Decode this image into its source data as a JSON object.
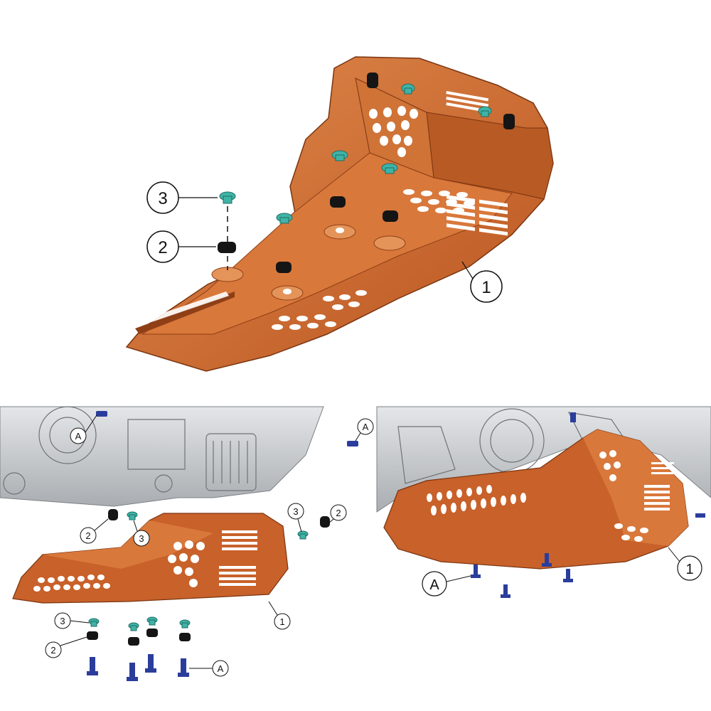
{
  "colors": {
    "plate": "#c8612a",
    "plate_dark": "#8f3f16",
    "plate_light": "#e08a4d",
    "teal": "#3fb3a6",
    "grommet": "#151515",
    "bolt": "#2b3d9c",
    "engine": "#b9bcbf"
  },
  "top_view": {
    "callouts": {
      "c1": "1",
      "c2": "2",
      "c3": "3"
    }
  },
  "left_view": {
    "callouts": {
      "a_top": "A",
      "a_topright": "A",
      "a_bottom": "A",
      "c1": "1",
      "c2_left": "2",
      "c3_left": "3",
      "c3_right": "3",
      "c2_right": "2",
      "c3_bottom": "3",
      "c2_bottom": "2"
    }
  },
  "right_view": {
    "callouts": {
      "a": "A",
      "c1": "1"
    }
  }
}
